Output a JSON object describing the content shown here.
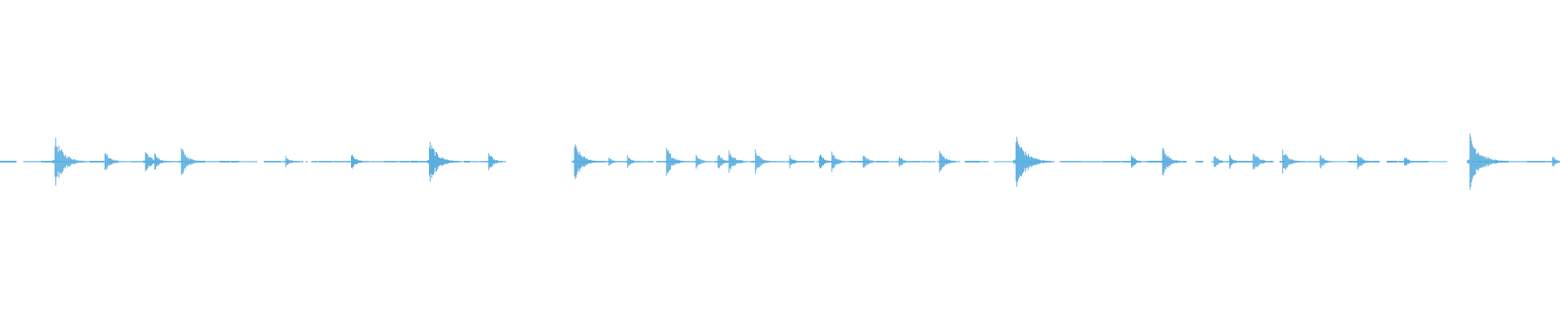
{
  "waveform": {
    "color": "#5aaee0",
    "background": "#ffffff",
    "transients": [
      {
        "t": 0.035,
        "amp": 0.9
      },
      {
        "t": 0.067,
        "amp": 0.45
      },
      {
        "t": 0.093,
        "amp": 0.45
      },
      {
        "t": 0.099,
        "amp": 0.35
      },
      {
        "t": 0.116,
        "amp": 0.55
      },
      {
        "t": 0.183,
        "amp": 0.25
      },
      {
        "t": 0.225,
        "amp": 0.35
      },
      {
        "t": 0.275,
        "amp": 0.8
      },
      {
        "t": 0.313,
        "amp": 0.35
      },
      {
        "t": 0.368,
        "amp": 0.7
      },
      {
        "t": 0.39,
        "amp": 0.2
      },
      {
        "t": 0.402,
        "amp": 0.25
      },
      {
        "t": 0.427,
        "amp": 0.55
      },
      {
        "t": 0.446,
        "amp": 0.3
      },
      {
        "t": 0.46,
        "amp": 0.35
      },
      {
        "t": 0.467,
        "amp": 0.5
      },
      {
        "t": 0.484,
        "amp": 0.45
      },
      {
        "t": 0.506,
        "amp": 0.25
      },
      {
        "t": 0.525,
        "amp": 0.35
      },
      {
        "t": 0.533,
        "amp": 0.4
      },
      {
        "t": 0.553,
        "amp": 0.35
      },
      {
        "t": 0.576,
        "amp": 0.25
      },
      {
        "t": 0.602,
        "amp": 0.45
      },
      {
        "t": 0.651,
        "amp": 1.0
      },
      {
        "t": 0.725,
        "amp": 0.3
      },
      {
        "t": 0.745,
        "amp": 0.55
      },
      {
        "t": 0.778,
        "amp": 0.3
      },
      {
        "t": 0.788,
        "amp": 0.25
      },
      {
        "t": 0.803,
        "amp": 0.45
      },
      {
        "t": 0.822,
        "amp": 0.5
      },
      {
        "t": 0.846,
        "amp": 0.3
      },
      {
        "t": 0.87,
        "amp": 0.35
      },
      {
        "t": 0.9,
        "amp": 0.25
      },
      {
        "t": 0.942,
        "amp": 1.0
      },
      {
        "t": 0.995,
        "amp": 0.25
      }
    ]
  }
}
